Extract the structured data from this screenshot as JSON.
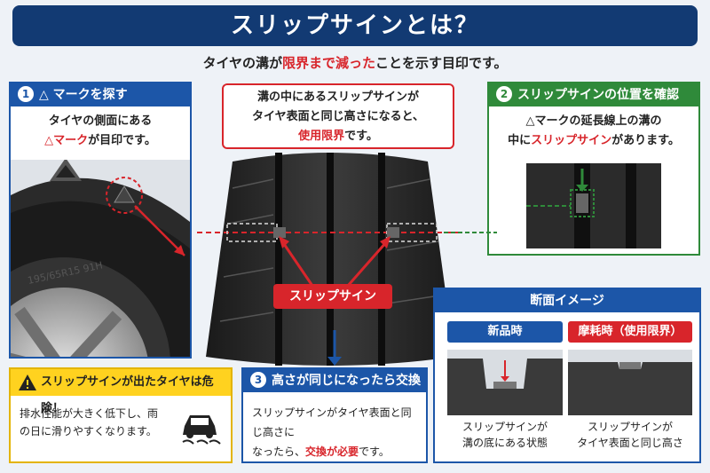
{
  "title": "スリップサインとは？",
  "subtitle": {
    "part1": "タイヤの溝が",
    "highlight": "限界まで減った",
    "part2": "ことを示す目印です。"
  },
  "panel1": {
    "number": "1",
    "heading": "△ マークを探す",
    "line1": "タイヤの側面にある",
    "highlight": "△マーク",
    "line2": "が目印です。",
    "sidewall_text": "195/65R15 91H"
  },
  "center_note": {
    "line1": "溝の中にあるスリップサインが",
    "line2": "タイヤ表面と同じ高さになると、",
    "highlight": "使用限界",
    "line3": "です。"
  },
  "slip_label": "スリップサイン",
  "panel2": {
    "number": "2",
    "heading": "スリップサインの位置を確認",
    "line1": "△マークの延長線上の溝の",
    "line2a": "中に",
    "highlight": "スリップサイン",
    "line2b": "があります。"
  },
  "warning": {
    "heading": "スリップサインが出たタイヤは危険！",
    "body": "排水性能が大きく低下し、雨の日に滑りやすくなります。",
    "icon": "warning-triangle-icon",
    "car_icon": "skidding-car-icon"
  },
  "panel3": {
    "number": "3",
    "heading": "高さが同じになったら交換",
    "line1": "スリップサインがタイヤ表面と同じ高さに",
    "line2a": "なったら、",
    "highlight": "交換が必要",
    "line2b": "です。"
  },
  "panel4": {
    "heading": "断面イメージ",
    "new_tag": "新品時",
    "worn_tag": "摩耗時（使用限界）",
    "new_caption_1": "スリップサインが",
    "new_caption_2": "溝の底にある状態",
    "worn_caption_1": "スリップサインが",
    "worn_caption_2": "タイヤ表面と同じ高さ"
  },
  "colors": {
    "navy": "#123a73",
    "blue": "#1c56a8",
    "green": "#2f8a3a",
    "red": "#d8252b",
    "yellow": "#ffd21f"
  }
}
